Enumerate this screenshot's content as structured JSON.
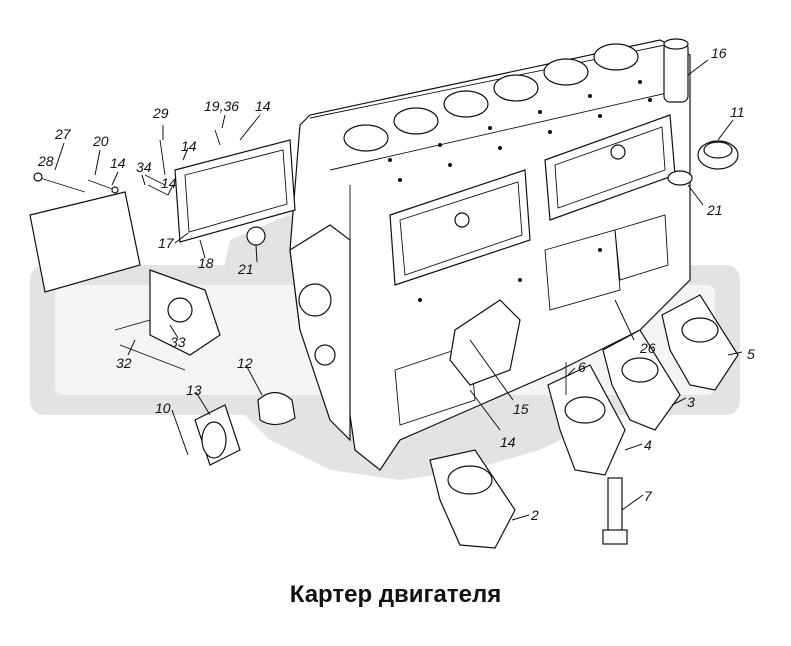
{
  "caption": "Картер двигателя",
  "watermark_color": "#d9d9d9",
  "callouts": [
    {
      "id": "c16",
      "text": "16"
    },
    {
      "id": "c11",
      "text": "11"
    },
    {
      "id": "c21a",
      "text": "21"
    },
    {
      "id": "c21b",
      "text": "21"
    },
    {
      "id": "c29",
      "text": "29"
    },
    {
      "id": "c1936",
      "text": "19,36"
    },
    {
      "id": "c14a",
      "text": "14"
    },
    {
      "id": "c27",
      "text": "27"
    },
    {
      "id": "c20",
      "text": "20"
    },
    {
      "id": "c14b",
      "text": "14"
    },
    {
      "id": "c34",
      "text": "34"
    },
    {
      "id": "c14c",
      "text": "14"
    },
    {
      "id": "c14d",
      "text": "14"
    },
    {
      "id": "c28",
      "text": "28"
    },
    {
      "id": "c17",
      "text": "17"
    },
    {
      "id": "c18",
      "text": "18"
    },
    {
      "id": "c33",
      "text": "33"
    },
    {
      "id": "c32",
      "text": "32"
    },
    {
      "id": "c12",
      "text": "12"
    },
    {
      "id": "c13",
      "text": "13"
    },
    {
      "id": "c10",
      "text": "10"
    },
    {
      "id": "c26",
      "text": "26"
    },
    {
      "id": "c5",
      "text": "5"
    },
    {
      "id": "c6",
      "text": "6"
    },
    {
      "id": "c15",
      "text": "15"
    },
    {
      "id": "c3",
      "text": "3"
    },
    {
      "id": "c14e",
      "text": "14"
    },
    {
      "id": "c4",
      "text": "4"
    },
    {
      "id": "c7",
      "text": "7"
    },
    {
      "id": "c2",
      "text": "2"
    }
  ]
}
